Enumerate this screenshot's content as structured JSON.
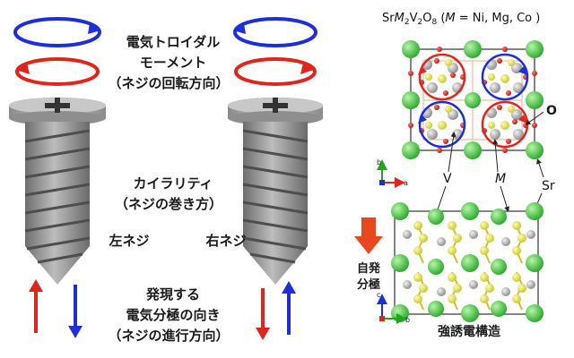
{
  "labels": {
    "toroidal_line1": "電気トロイダル",
    "toroidal_line2": "モーメント",
    "toroidal_line3": "（ネジの回転方向）",
    "chirality_line1": "カイラリティ",
    "chirality_line2": "（ネジの巻き方）",
    "left_screw": "左ネジ",
    "right_screw": "右ネジ",
    "polar_line1": "発現する",
    "polar_line2": "電気分極の向き",
    "polar_line3": "（ネジの進行方向）"
  },
  "crystal": {
    "formula_sr": "Sr",
    "formula_m": "M",
    "formula_sub2": "2",
    "formula_v": "V",
    "formula_sub2b": "2",
    "formula_o": "O",
    "formula_sub8": "8",
    "formula_paren": "(",
    "formula_m2": "M",
    "formula_rest": " = Ni, Mg, Co )",
    "label_O": "O",
    "label_V": "V",
    "label_M": "M",
    "label_Sr": "Sr",
    "axis_b": "b",
    "axis_a": "a",
    "axis_c": "c",
    "axis_b2": "b",
    "spont_line1": "自発",
    "spont_line2": "分極",
    "ferro": "強誘電構造"
  },
  "colors": {
    "blue": "#1f2fd8",
    "red": "#e0261c",
    "orange_arrow": "#e6491d",
    "sr_green": "#3cc43c",
    "v_yellow": "#e8e84a",
    "m_gray": "#a9a9a9",
    "o_red": "#c91818"
  }
}
